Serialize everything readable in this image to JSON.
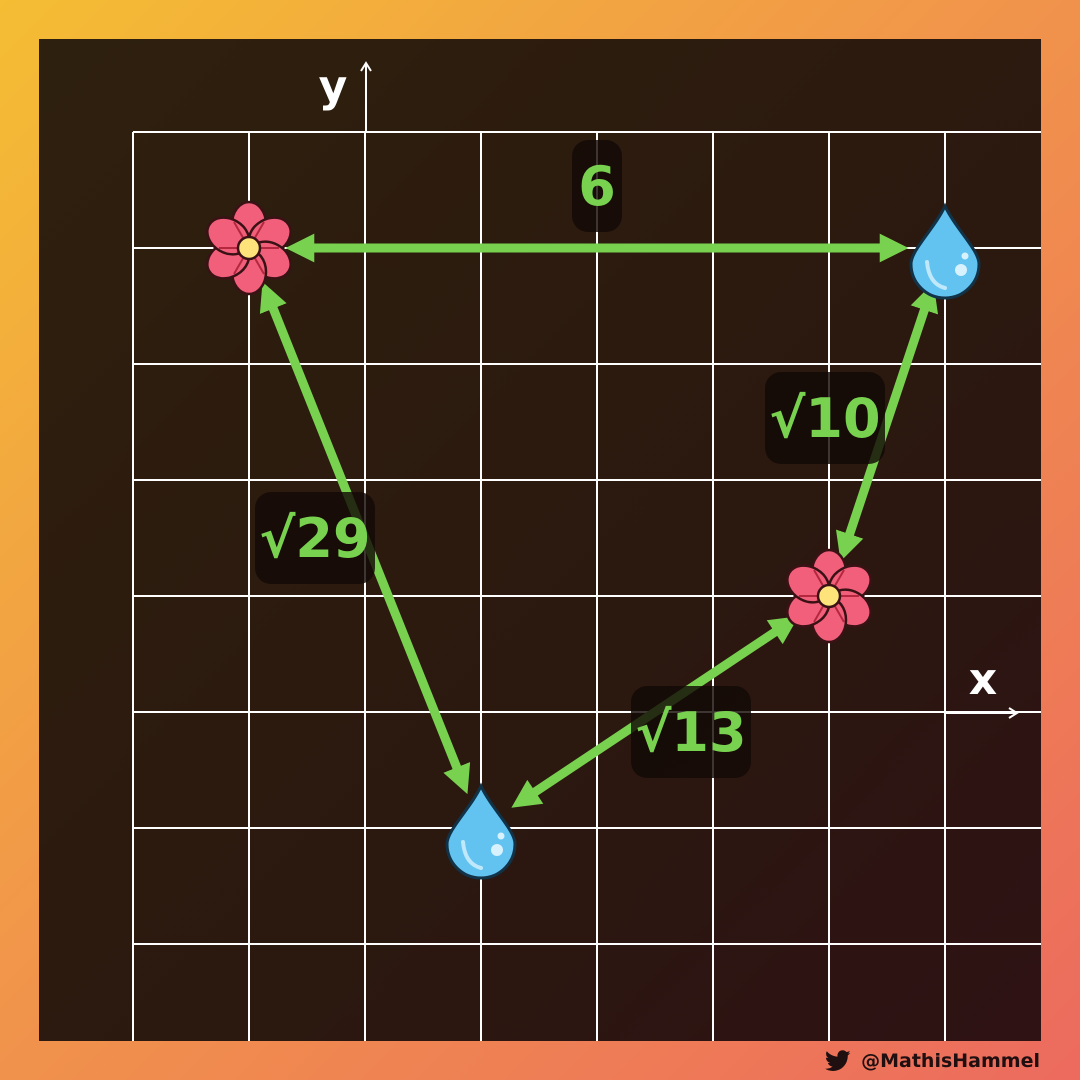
{
  "axes": {
    "x_label": "x",
    "y_label": "y"
  },
  "grid": {
    "x_range": [
      -2,
      5
    ],
    "y_range": [
      -2,
      5
    ],
    "step": 1
  },
  "points": [
    {
      "id": "flower-top-left",
      "kind": "flower",
      "x": -1,
      "y": 4
    },
    {
      "id": "drop-top-right",
      "kind": "water-drop",
      "x": 5,
      "y": 4
    },
    {
      "id": "flower-right",
      "kind": "flower",
      "x": 4,
      "y": 1
    },
    {
      "id": "drop-bottom",
      "kind": "water-drop",
      "x": 1,
      "y": -1
    }
  ],
  "distances": [
    {
      "from": "flower-top-left",
      "to": "drop-top-right",
      "label": "6"
    },
    {
      "from": "drop-top-right",
      "to": "flower-right",
      "label": "√10"
    },
    {
      "from": "flower-top-left",
      "to": "drop-bottom",
      "label": "√29"
    },
    {
      "from": "drop-bottom",
      "to": "flower-right",
      "label": "√13"
    }
  ],
  "colors": {
    "arrow": "#79d24f",
    "grid": "#ffffff",
    "label_bg": "#120a06",
    "flower_petal": "#f25f7a",
    "flower_center": "#fde37a",
    "drop": "#62c2f0"
  },
  "credit": {
    "icon": "twitter-bird-icon",
    "handle": "@MathisHammel"
  }
}
